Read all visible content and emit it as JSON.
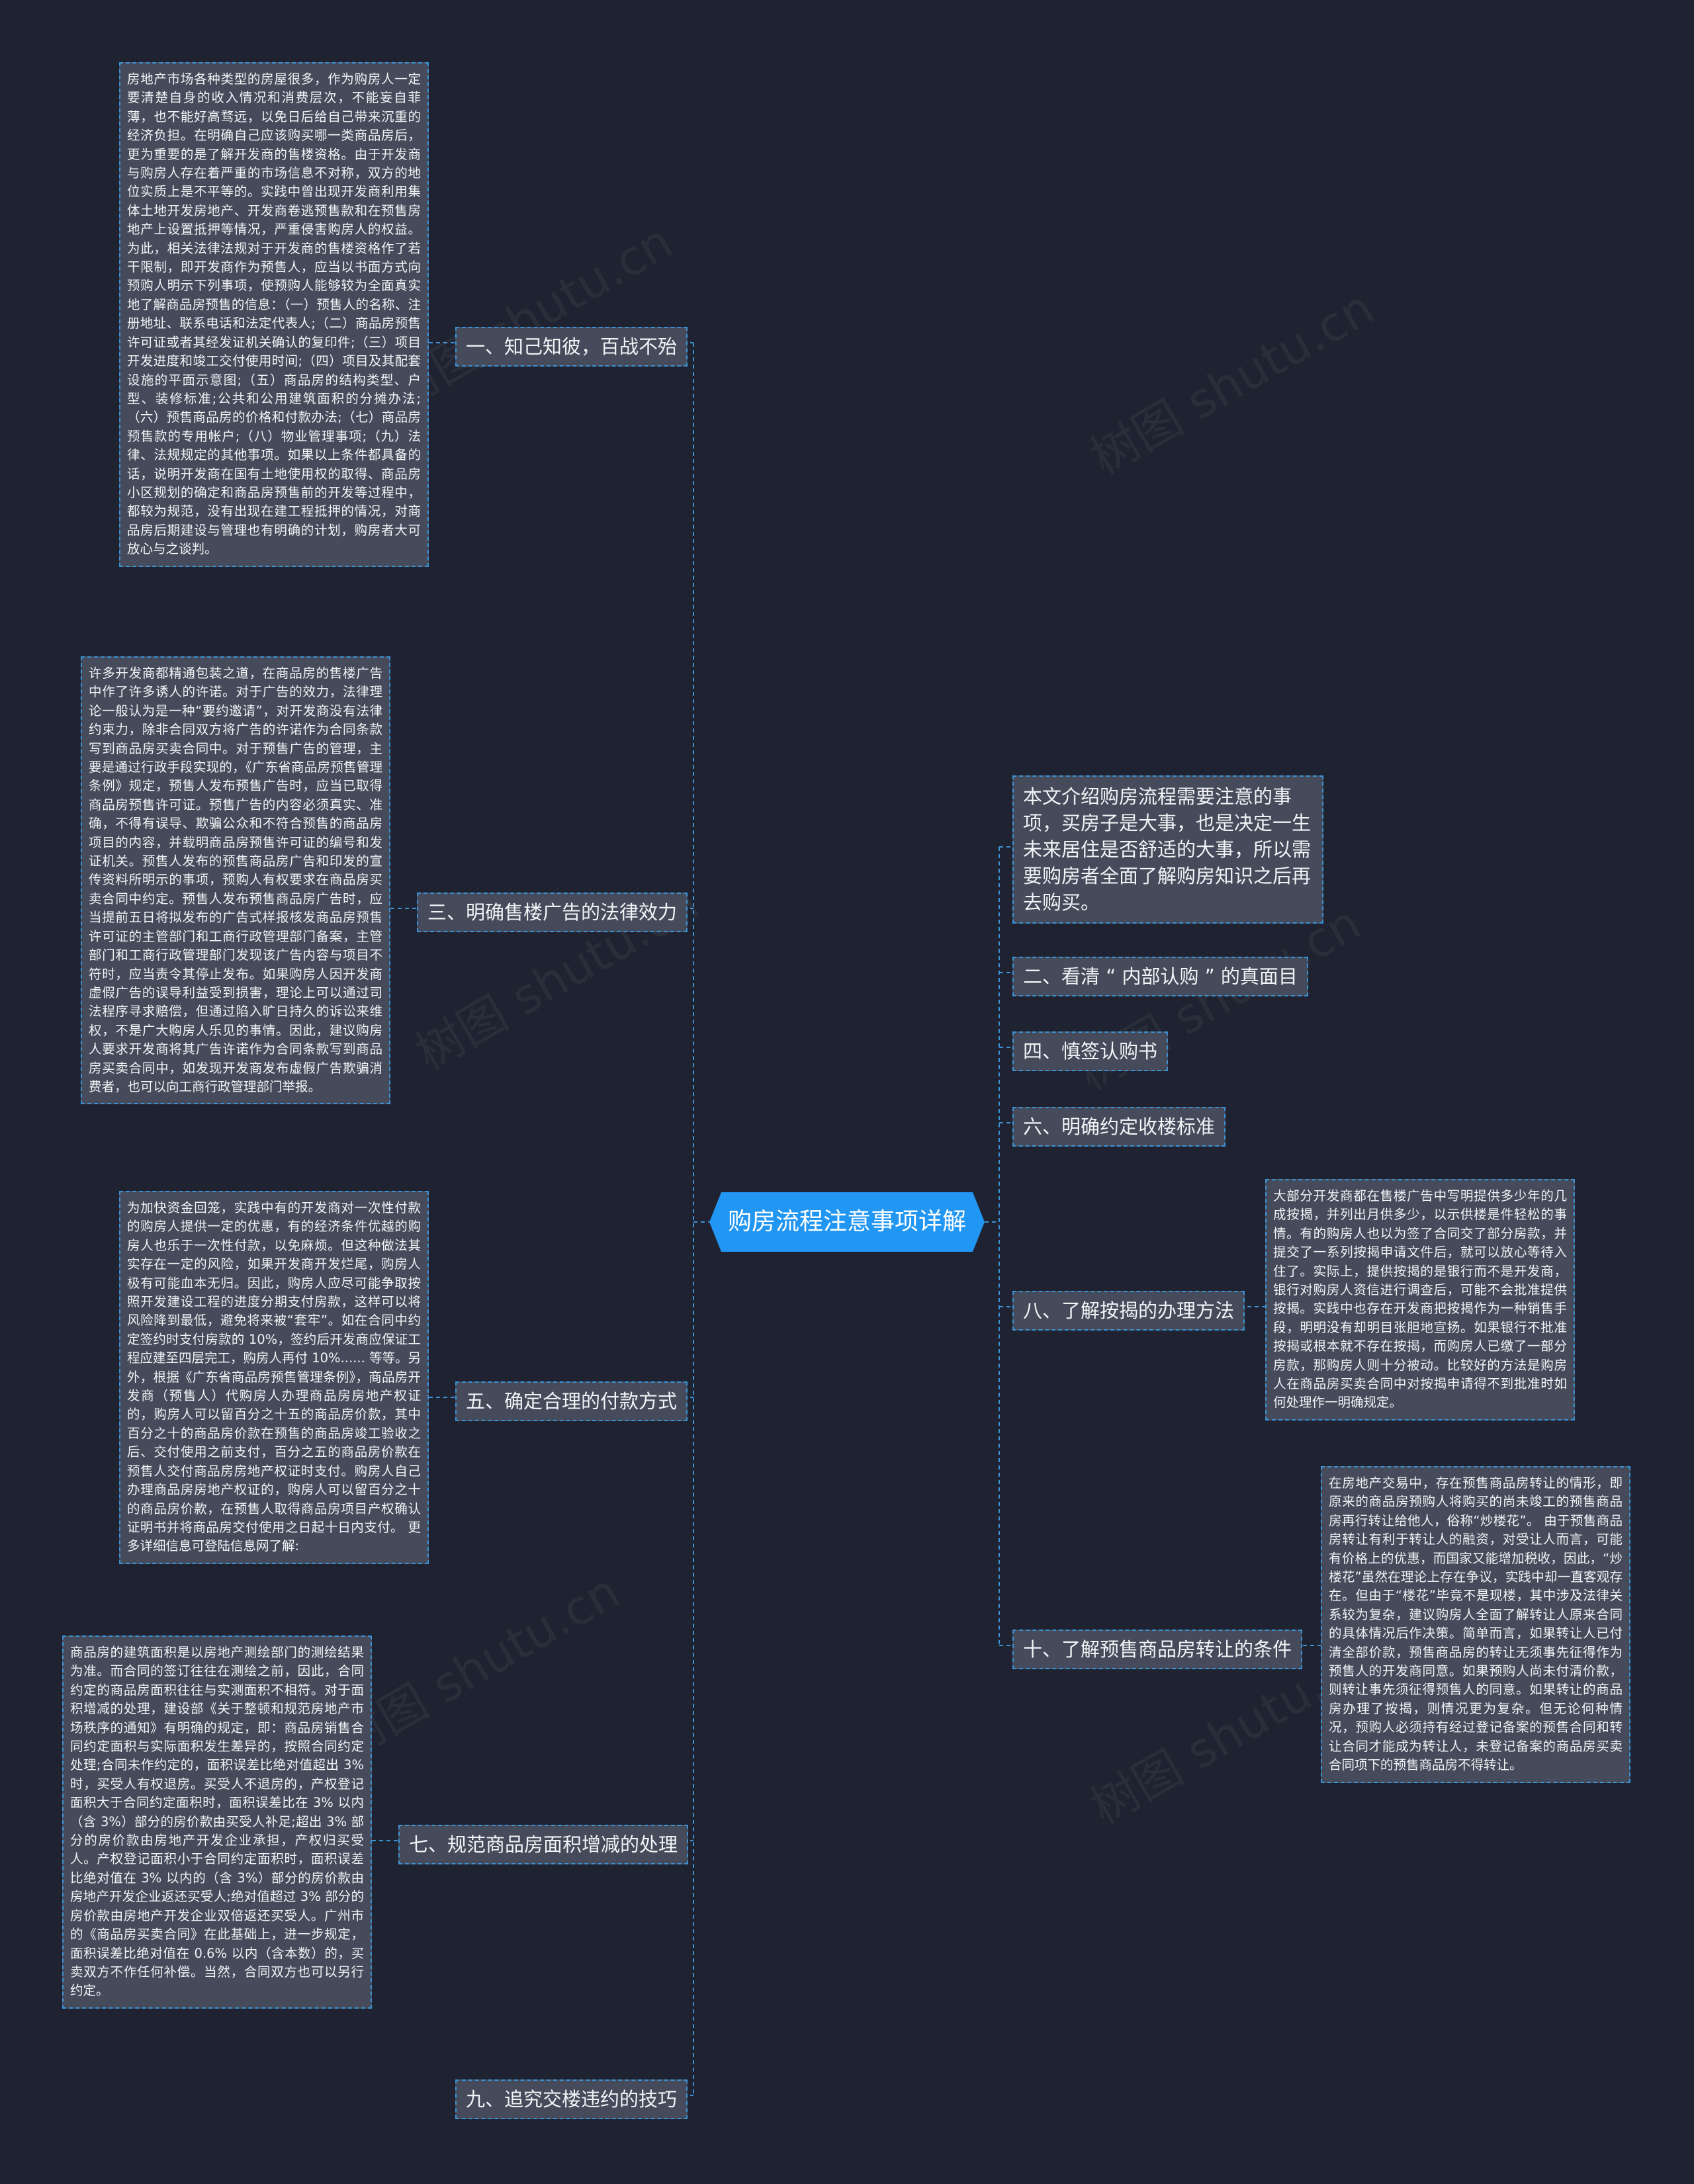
{
  "root": "购房流程注意事项详解",
  "intro": "本文介绍购房流程需要注意的事项，买房子是大事，也是决定一生未来居住是否舒适的大事，所以需要购房者全面了解购房知识之后再去购买。",
  "branches": [
    {
      "label": "一、知己知彼，百战不殆",
      "detail": "房地产市场各种类型的房屋很多，作为购房人一定要清楚自身的收入情况和消费层次，不能妄自菲薄，也不能好高骛远，以免日后给自己带来沉重的经济负担。在明确自己应该购买哪一类商品房后，更为重要的是了解开发商的售楼资格。由于开发商与购房人存在着严重的市场信息不对称，双方的地位实质上是不平等的。实践中曾出现开发商利用集体土地开发房地产、开发商卷逃预售款和在预售房地产上设置抵押等情况，严重侵害购房人的权益。为此，相关法律法规对于开发商的售楼资格作了若干限制，即开发商作为预售人，应当以书面方式向预购人明示下列事项，使预购人能够较为全面真实地了解商品房预售的信息：（一）预售人的名称、注册地址、联系电话和法定代表人;（二）商品房预售许可证或者其经发证机关确认的复印件;（三）项目开发进度和竣工交付使用时间;（四）项目及其配套设施的平面示意图;（五）商品房的结构类型、户型、装修标准;公共和公用建筑面积的分摊办法;（六）预售商品房的价格和付款办法;（七）商品房预售款的专用帐户;（八）物业管理事项;（九）法律、法规规定的其他事项。如果以上条件都具备的话，说明开发商在国有土地使用权的取得、商品房小区规划的确定和商品房预售前的开发等过程中，都较为规范，没有出现在建工程抵押的情况，对商品房后期建设与管理也有明确的计划，购房者大可放心与之谈判。"
    },
    {
      "label": "三、明确售楼广告的法律效力",
      "detail": "许多开发商都精通包装之道，在商品房的售楼广告中作了许多诱人的许诺。对于广告的效力，法律理论一般认为是一种“要约邀请”，对开发商没有法律约束力，除非合同双方将广告的许诺作为合同条款写到商品房买卖合同中。对于预售广告的管理，主要是通过行政手段实现的，《广东省商品房预售管理条例》规定，预售人发布预售广告时，应当已取得商品房预售许可证。预售广告的内容必须真实、准确，不得有误导、欺骗公众和不符合预售的商品房项目的内容，并载明商品房预售许可证的编号和发证机关。预售人发布的预售商品房广告和印发的宣传资料所明示的事项，预购人有权要求在商品房买卖合同中约定。预售人发布预售商品房广告时，应当提前五日将拟发布的广告式样报核发商品房预售许可证的主管部门和工商行政管理部门备案，主管部门和工商行政管理部门发现该广告内容与项目不符时，应当责令其停止发布。如果购房人因开发商虚假广告的误导利益受到损害，理论上可以通过司法程序寻求赔偿，但通过陷入旷日持久的诉讼来维权，不是广大购房人乐见的事情。因此，建议购房人要求开发商将其广告许诺作为合同条款写到商品房买卖合同中，如发现开发商发布虚假广告欺骗消费者，也可以向工商行政管理部门举报。"
    },
    {
      "label": "五、确定合理的付款方式",
      "detail": "为加快资金回笼，实践中有的开发商对一次性付款的购房人提供一定的优惠，有的经济条件优越的购房人也乐于一次性付款，以免麻烦。但这种做法其实存在一定的风险，如果开发商开发烂尾，购房人极有可能血本无归。因此，购房人应尽可能争取按照开发建设工程的进度分期支付房款，这样可以将风险降到最低，避免将来被“套牢”。如在合同中约定签约时支付房款的 10%，签约后开发商应保证工程应建至四层完工，购房人再付 10%...... 等等。另外，根据《广东省商品房预售管理条例》，商品房开发商（预售人）代购房人办理商品房房地产权证的，购房人可以留百分之十五的商品房价款，其中百分之十的商品房价款在预售的商品房竣工验收之后、交付使用之前支付，百分之五的商品房价款在预售人交付商品房房地产权证时支付。购房人自己办理商品房房地产权证的，购房人可以留百分之十的商品房价款，在预售人取得商品房项目产权确认证明书并将商品房交付使用之日起十日内支付。 更多详细信息可登陆信息网了解:"
    },
    {
      "label": "七、规范商品房面积增减的处理",
      "detail": "商品房的建筑面积是以房地产测绘部门的测绘结果为准。而合同的签订往往在测绘之前，因此，合同约定的商品房面积往往与实测面积不相符。对于面积增减的处理，建设部《关于整顿和规范房地产市场秩序的通知》有明确的规定，即：商品房销售合同约定面积与实际面积发生差异的，按照合同约定处理;合同未作约定的，面积误差比绝对值超出 3% 时，买受人有权退房。买受人不退房的，产权登记面积大于合同约定面积时，面积误差比在 3% 以内（含 3%）部分的房价款由买受人补足;超出 3% 部分的房价款由房地产开发企业承担，产权归买受人。产权登记面积小于合同约定面积时，面积误差比绝对值在 3% 以内的（含 3%）部分的房价款由房地产开发企业返还买受人;绝对值超过 3% 部分的房价款由房地产开发企业双倍返还买受人。广州市的《商品房买卖合同》在此基础上，进一步规定，面积误差比绝对值在 0.6% 以内（含本数）的，买卖双方不作任何补偿。当然，合同双方也可以另行约定。"
    },
    {
      "label": "九、追究交楼违约的技巧",
      "detail": ""
    },
    {
      "label": "二、看清 “ 内部认购 ” 的真面目",
      "detail": ""
    },
    {
      "label": "四、慎签认购书",
      "detail": ""
    },
    {
      "label": "六、明确约定收楼标准",
      "detail": ""
    },
    {
      "label": "八、了解按揭的办理方法",
      "detail": "大部分开发商都在售楼广告中写明提供多少年的几成按揭，并列出月供多少，以示供楼是件轻松的事情。有的购房人也以为签了合同交了部分房款，并提交了一系列按揭申请文件后，就可以放心等待入住了。实际上，提供按揭的是银行而不是开发商，银行对购房人资信进行调查后，可能不会批准提供按揭。实践中也存在开发商把按揭作为一种销售手段，明明没有却明目张胆地宣扬。如果银行不批准按揭或根本就不存在按揭，而购房人已缴了一部分房款，那购房人则十分被动。比较好的方法是购房人在商品房买卖合同中对按揭申请得不到批准时如何处理作一明确规定。"
    },
    {
      "label": "十、了解预售商品房转让的条件",
      "detail": "在房地产交易中，存在预售商品房转让的情形，即原来的商品房预购人将购买的尚未竣工的预售商品房再行转让给他人，俗称“炒楼花”。 由于预售商品房转让有利于转让人的融资，对受让人而言，可能有价格上的优惠，而国家又能增加税收，因此，“炒楼花”虽然在理论上存在争议，实践中却一直客观存在。但由于“楼花”毕竟不是现楼，其中涉及法律关系较为复杂，建议购房人全面了解转让人原来合同的具体情况后作决策。简单而言，如果转让人已付清全部价款，预售商品房的转让无须事先征得作为预售人的开发商同意。如果预购人尚未付清价款，则转让事先须征得预售人的同意。如果转让的商品房办理了按揭，则情况更为复杂。但无论何种情况，预购人必须持有经过登记备案的预售合同和转让合同才能成为转让人，未登记备案的商品房买卖合同项下的预售商品房不得转让。"
    }
  ],
  "watermark": "树图 shutu.cn",
  "colors": {
    "background": "#1f2230",
    "node": "#454b5a",
    "border": "#3b93d6",
    "root": "#2196f3",
    "text": "#f1f3f6"
  }
}
